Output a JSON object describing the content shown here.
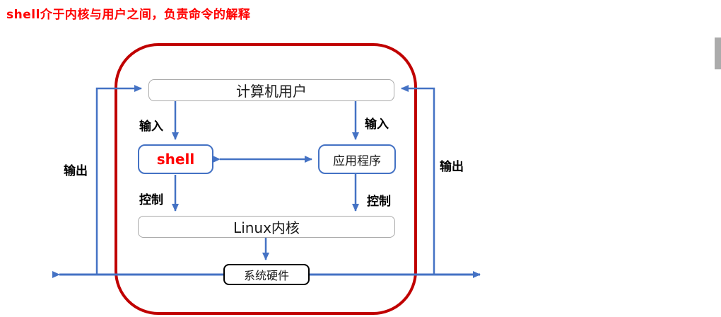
{
  "title": "shell介于内核与用户之间，负责命令的解释",
  "diagram": {
    "nodes": {
      "computer_user": "计算机用户",
      "shell": "shell",
      "application": "应用程序",
      "linux_kernel": "Linux内核",
      "system_hardware": "系统硬件"
    },
    "edge_labels": {
      "input_left": "输入",
      "input_right": "输入",
      "control_left": "控制",
      "control_right": "控制",
      "output_left": "输出",
      "output_right": "输出"
    },
    "colors": {
      "arrow_blue": "#4472C4",
      "boundary_red": "#C00000",
      "shell_text_red": "#FF0000",
      "title_red": "#FF0000",
      "gray_box_border": "#A9A9A9",
      "hardware_box_border": "#000000",
      "scrollbar_gray": "#ABABAB"
    }
  }
}
